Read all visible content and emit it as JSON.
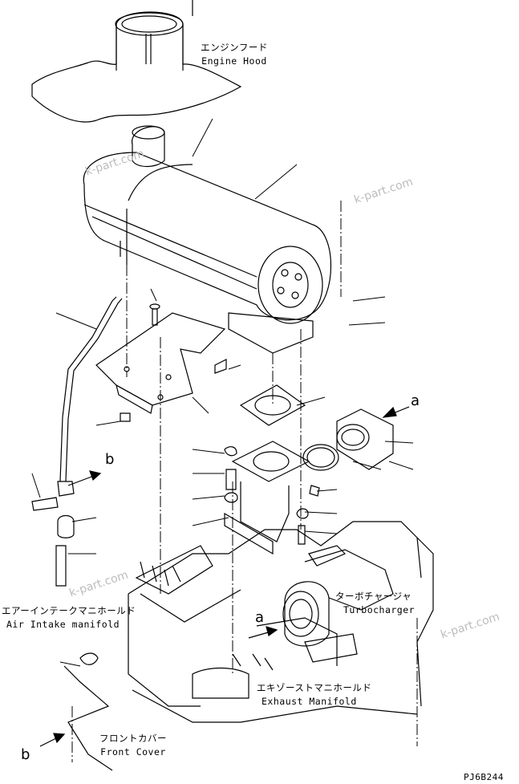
{
  "labels": {
    "engine_hood_jp": "エンジンフード",
    "engine_hood_en": "Engine Hood",
    "air_intake_jp": "エアーインテークマニホールド",
    "air_intake_en": "Air Intake manifold",
    "turbocharger_jp": "ターボチャージャ",
    "turbocharger_en": "Turbocharger",
    "exhaust_jp": "エキゾーストマニホールド",
    "exhaust_en": "Exhaust Manifold",
    "front_cover_jp": "フロントカバー",
    "front_cover_en": "Front Cover"
  },
  "callouts": {
    "a_top": "a",
    "a_turbo": "a",
    "b_pipe": "b",
    "b_bottom": "b"
  },
  "watermarks": [
    "k-part.com",
    "k-part.com",
    "k-part.com",
    "k-part.com"
  ],
  "drawing_code": "PJ6B244"
}
